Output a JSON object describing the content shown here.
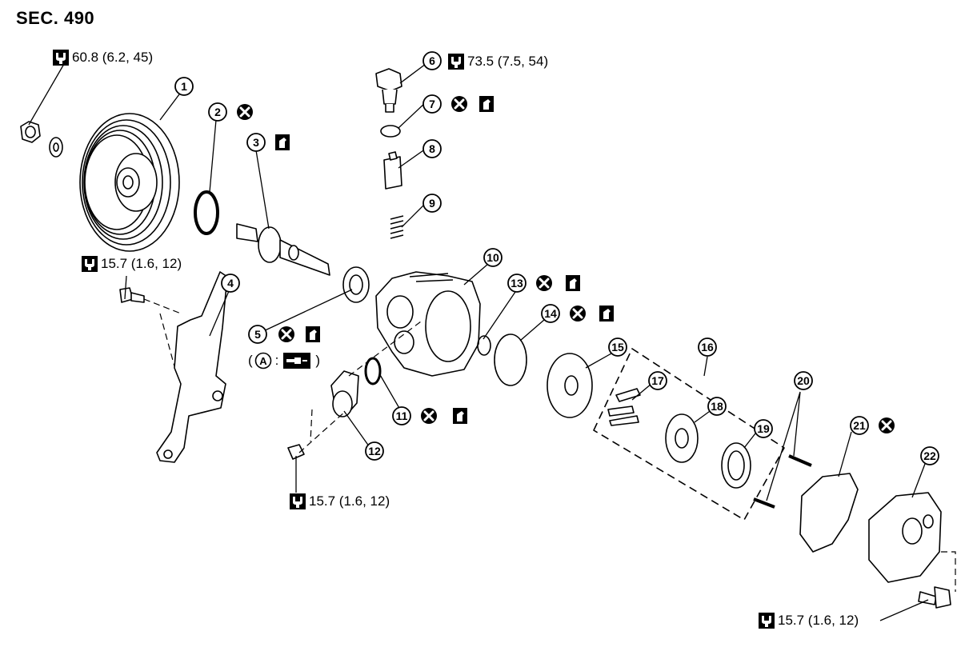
{
  "section_label": "SEC. 490",
  "callouts": [
    "1",
    "2",
    "3",
    "4",
    "5",
    "6",
    "7",
    "8",
    "9",
    "10",
    "11",
    "12",
    "13",
    "14",
    "15",
    "16",
    "17",
    "18",
    "19",
    "20",
    "21",
    "22"
  ],
  "torques": {
    "t1": "60.8 (6.2, 45)",
    "t6": "73.5 (7.5, 54)",
    "t4": "15.7 (1.6, 12)",
    "t12": "15.7 (1.6, 12)",
    "t22": "15.7 (1.6, 12)"
  },
  "note": {
    "open": "(",
    "letter": "A",
    "colon": ":",
    "close": ")"
  },
  "symbols": {
    "replace": "x-circle-icon",
    "apply_fluid": "fluid-can-icon",
    "torque": "torque-wrench-icon",
    "grease": "grease-gun-icon"
  }
}
